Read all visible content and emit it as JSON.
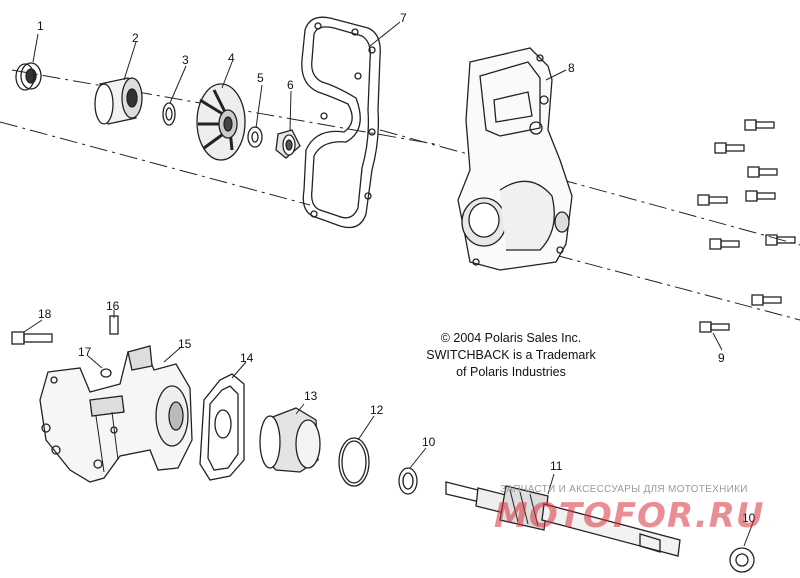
{
  "diagram": {
    "copyright_lines": [
      "© 2004 Polaris Sales Inc.",
      "SWITCHBACK is a Trademark",
      "of Polaris Industries"
    ],
    "callouts": [
      "1",
      "2",
      "3",
      "4",
      "5",
      "6",
      "7",
      "8",
      "9",
      "10",
      "10",
      "11",
      "12",
      "13",
      "14",
      "15",
      "16",
      "17",
      "18"
    ],
    "watermark": {
      "text": "ЗАПЧАСТИ И АКСЕССУАРЫ ДЛЯ МОТОТЕХНИКИ",
      "logo": "MOTOFOR.RU",
      "logo_color": "#d7323c"
    }
  }
}
